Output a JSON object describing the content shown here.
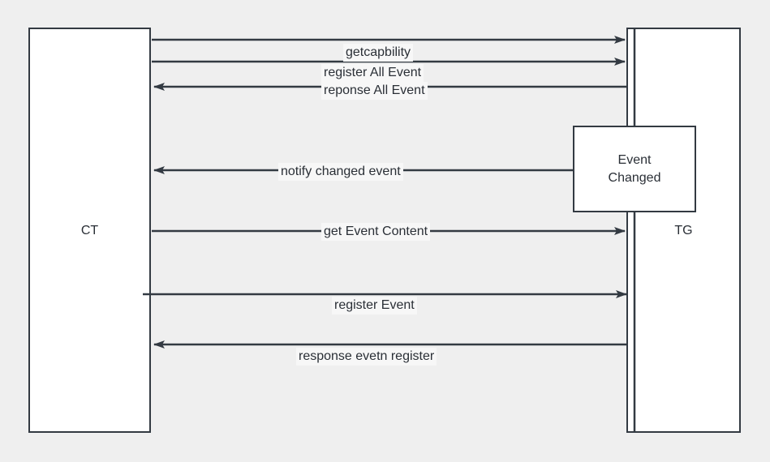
{
  "diagram": {
    "type": "sequence-diagram",
    "background_color": "#efefef",
    "line_color": "#333a42",
    "text_color": "#2a2f36",
    "label_background": "#f7f7f7",
    "participants": [
      {
        "id": "ct",
        "label": "CT",
        "side": "left"
      },
      {
        "id": "tg",
        "label": "TG",
        "side": "right"
      }
    ],
    "note": {
      "label": "Event\nChanged",
      "line1": "Event",
      "line2": "Changed"
    },
    "messages": [
      {
        "id": "m1",
        "label": "getcapbility",
        "from": "ct",
        "to": "tg",
        "direction": "right"
      },
      {
        "id": "m2",
        "label": "register All Event",
        "from": "ct",
        "to": "tg",
        "direction": "right"
      },
      {
        "id": "m3",
        "label": "reponse All Event",
        "from": "tg",
        "to": "ct",
        "direction": "left"
      },
      {
        "id": "m4",
        "label": "notify changed event",
        "from": "tg",
        "to": "ct",
        "direction": "left"
      },
      {
        "id": "m5",
        "label": "get Event Content",
        "from": "ct",
        "to": "tg",
        "direction": "right"
      },
      {
        "id": "m6",
        "label": "register Event",
        "from": "ct",
        "to": "tg",
        "direction": "right"
      },
      {
        "id": "m7",
        "label": "response evetn register",
        "from": "tg",
        "to": "ct",
        "direction": "left"
      }
    ]
  }
}
